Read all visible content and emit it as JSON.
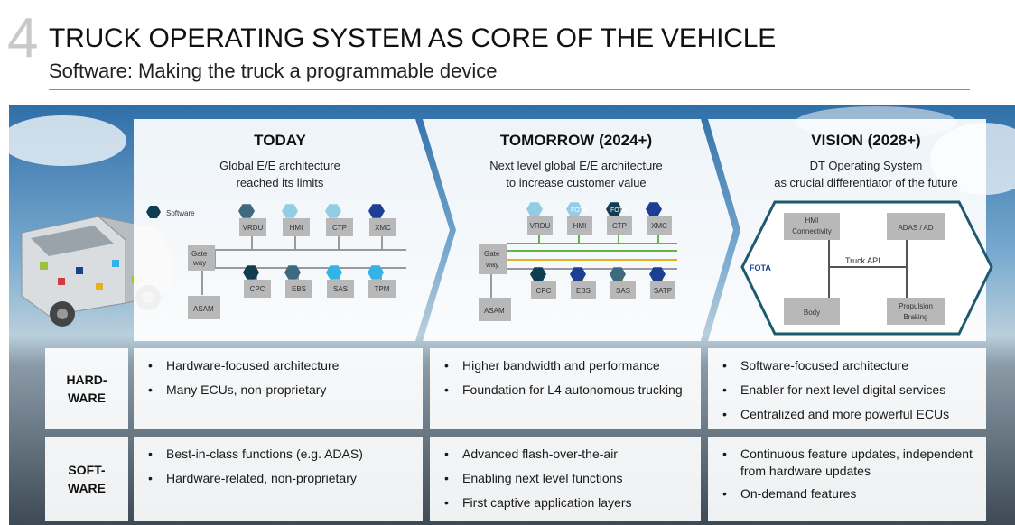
{
  "header": {
    "slide_number": "4",
    "title": "TRUCK OPERATING SYSTEM AS CORE OF THE VEHICLE",
    "subtitle": "Software: Making the truck a programmable device"
  },
  "colors": {
    "dark_teal": "#0f3d52",
    "mid_teal": "#3e6a80",
    "light_blue": "#92cde6",
    "cyan": "#34b3e6",
    "navy": "#1d3f93",
    "gray_box": "#b8b8b8",
    "green_line": "#5fb54a",
    "yellow_line": "#e3b21c",
    "teal_outline": "#1e5a6e"
  },
  "columns": [
    {
      "title": "TODAY",
      "subtitle": [
        "Global E/E architecture",
        "reached its limits"
      ],
      "legend": "Software",
      "gateway": "Gate way",
      "bottom_box": "ASAM",
      "top_ecus": [
        "VRDU",
        "HMI",
        "CTP",
        "XMC"
      ],
      "bottom_ecus": [
        "CPC",
        "EBS",
        "SAS",
        "TPM"
      ]
    },
    {
      "title": "TOMORROW (2024+)",
      "subtitle": [
        "Next level global E/E architecture",
        "to increase customer value"
      ],
      "gateway": "Gate way",
      "bottom_box": "ASAM",
      "top_ecus": [
        "VRDU",
        "HMI",
        "CTP",
        "XMC"
      ],
      "fota_tags": [
        "FOTA",
        "FOTA"
      ],
      "bottom_ecus": [
        "CPC",
        "EBS",
        "SAS",
        "SATP"
      ]
    },
    {
      "title": "VISION (2028+)",
      "subtitle": [
        "DT Operating System",
        "as crucial differentiator of the future"
      ],
      "fota": "FOTA",
      "api": "Truck API",
      "boxes": [
        "HMI Connectivity",
        "ADAS / AD",
        "Body",
        "Propulsion Braking"
      ]
    }
  ],
  "rows": [
    {
      "label": [
        "HARD-",
        "WARE"
      ],
      "cells": [
        [
          "Hardware-focused architecture",
          "Many ECUs, non-proprietary"
        ],
        [
          "Higher bandwidth and performance",
          "Foundation for L4 autonomous trucking"
        ],
        [
          "Software-focused architecture",
          "Enabler for next level digital services",
          "Centralized and more powerful ECUs"
        ]
      ]
    },
    {
      "label": [
        "SOFT-",
        "WARE"
      ],
      "cells": [
        [
          "Best-in-class functions (e.g. ADAS)",
          "Hardware-related, non-proprietary"
        ],
        [
          "Advanced flash-over-the-air",
          "Enabling next level functions",
          "First captive application layers"
        ],
        [
          "Continuous feature updates, independent from hardware updates",
          "On-demand features"
        ]
      ]
    }
  ]
}
